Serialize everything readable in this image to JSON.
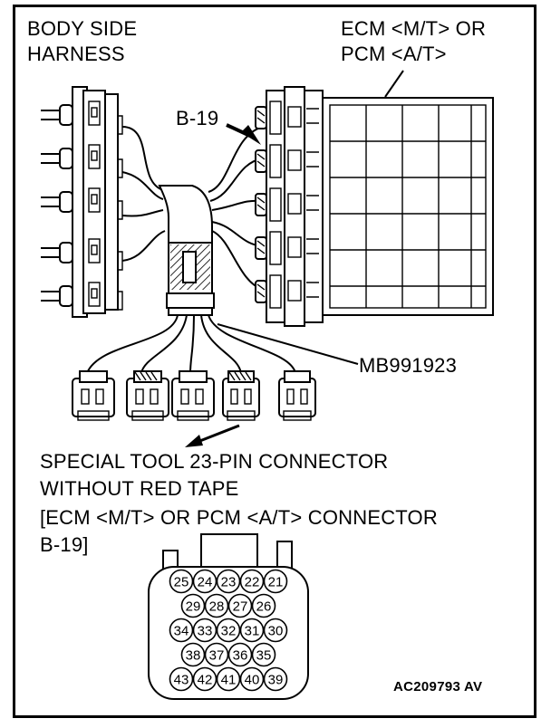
{
  "labels": {
    "body_side_harness": [
      "BODY SIDE",
      "HARNESS"
    ],
    "ecm": [
      "ECM <M/T> OR",
      "PCM <A/T>"
    ],
    "b19": "B-19",
    "mb991923": "MB991923",
    "special_tool": [
      "SPECIAL TOOL 23-PIN CONNECTOR",
      "WITHOUT RED TAPE"
    ],
    "connector_ref": [
      "[ECM <M/T> OR PCM <A/T> CONNECTOR",
      "B-19]"
    ],
    "figure_code": "AC209793 AV"
  },
  "pin_rows": [
    [
      "25",
      "24",
      "23",
      "22",
      "21"
    ],
    [
      "29",
      "28",
      "27",
      "26"
    ],
    [
      "34",
      "33",
      "32",
      "31",
      "30"
    ],
    [
      "38",
      "37",
      "36",
      "35"
    ],
    [
      "43",
      "42",
      "41",
      "40",
      "39"
    ]
  ]
}
